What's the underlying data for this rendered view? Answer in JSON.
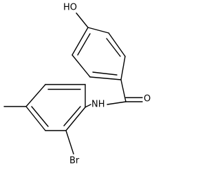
{
  "atoms": [
    {
      "id": "ho",
      "label": "HO"
    },
    {
      "id": "o",
      "label": "O"
    },
    {
      "id": "nh",
      "label": "NH"
    },
    {
      "id": "br",
      "label": "Br"
    }
  ],
  "colors": {
    "bond": "#000000",
    "text": "#000000",
    "background": "#ffffff"
  }
}
